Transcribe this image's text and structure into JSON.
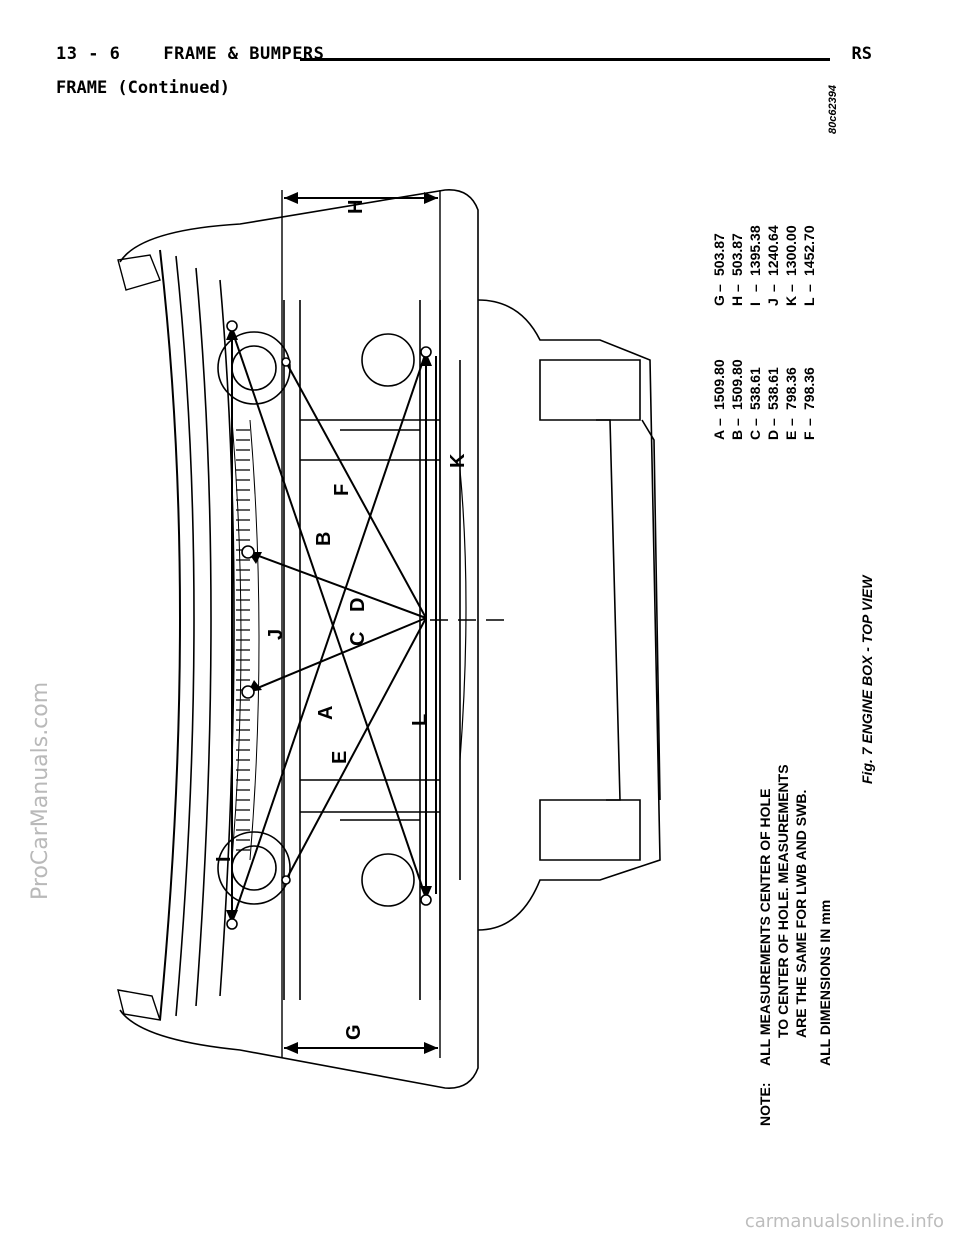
{
  "header": {
    "page_ref": "13 - 6",
    "section": "FRAME & BUMPERS",
    "vehicle_code": "RS"
  },
  "subheading": "FRAME (Continued)",
  "figure": {
    "image_id": "80c62394",
    "caption": "Fig. 7 ENGINE BOX - TOP VIEW",
    "note": {
      "label": "NOTE:",
      "lines": [
        "ALL MEASUREMENTS CENTER OF HOLE",
        "TO CENTER OF HOLE. MEASUREMENTS",
        "ARE THE SAME FOR LWB AND SWB."
      ],
      "units_line": "ALL DIMENSIONS IN mm"
    },
    "dimensions": [
      {
        "letter": "A",
        "value": "1509.80"
      },
      {
        "letter": "B",
        "value": "1509.80"
      },
      {
        "letter": "C",
        "value": "538.61"
      },
      {
        "letter": "D",
        "value": "538.61"
      },
      {
        "letter": "E",
        "value": "798.36"
      },
      {
        "letter": "F",
        "value": "798.36"
      },
      {
        "letter": "G",
        "value": "503.87"
      },
      {
        "letter": "H",
        "value": "503.87"
      },
      {
        "letter": "I",
        "value": "1395.38"
      },
      {
        "letter": "J",
        "value": "1240.64"
      },
      {
        "letter": "K",
        "value": "1300.00"
      },
      {
        "letter": "L",
        "value": "1452.70"
      }
    ],
    "callouts": [
      "A",
      "B",
      "C",
      "D",
      "E",
      "F",
      "G",
      "H",
      "I",
      "J",
      "K",
      "L"
    ]
  },
  "watermarks": {
    "side": "ProCarManuals.com",
    "footer": "carmanualsonline.info"
  }
}
